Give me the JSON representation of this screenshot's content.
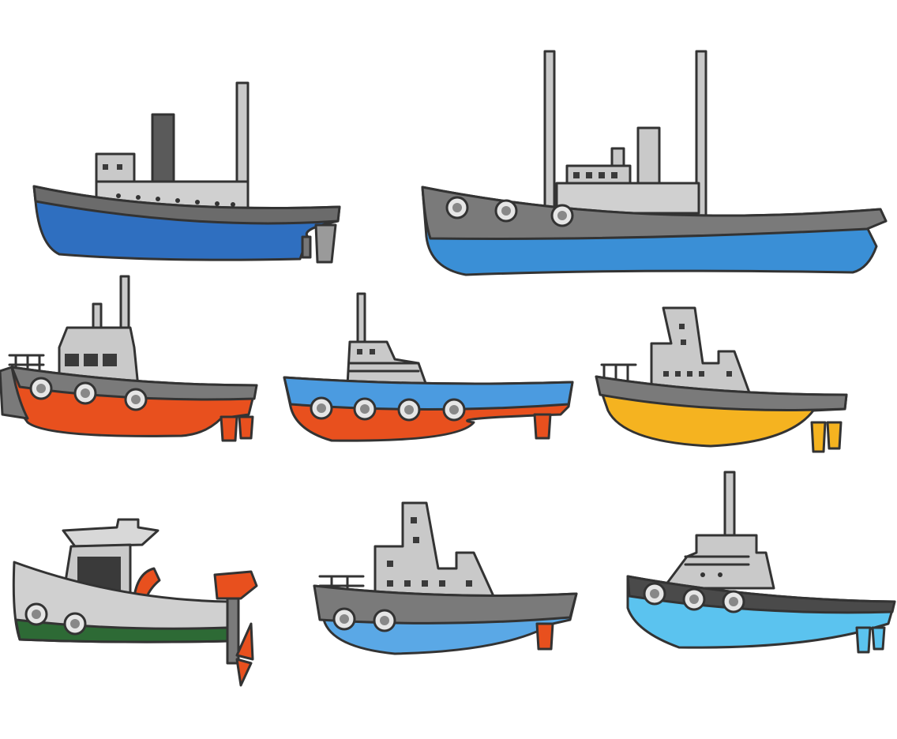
{
  "illustration": {
    "subject": "boats",
    "boats": [
      {
        "name": "steamer-small",
        "hull_color": "#2f6fc0",
        "deck_color": "#6b6b6b"
      },
      {
        "name": "steamer-large",
        "hull_color": "#3a8fd6",
        "deck_color": "#7a7a7a"
      },
      {
        "name": "tug-orange-gray",
        "hull_color": "#e8501e",
        "deck_color": "#7a7a7a"
      },
      {
        "name": "tug-orange-blue",
        "hull_color": "#e8501e",
        "deck_color": "#4b9be0"
      },
      {
        "name": "tug-yellow",
        "hull_color": "#f5b320",
        "deck_color": "#7a7a7a"
      },
      {
        "name": "motorboat-green",
        "hull_color": "#2d6a35",
        "deck_color": "#c9c9c9"
      },
      {
        "name": "tug-blue-gray",
        "hull_color": "#5aa8e6",
        "deck_color": "#7a7a7a"
      },
      {
        "name": "tug-lightblue",
        "hull_color": "#5bc3ef",
        "deck_color": "#4a4a4a"
      }
    ],
    "colors": {
      "outline": "#333333",
      "cabin": "#c9c9c9",
      "window": "#3a3a3a",
      "porthole": "#e6e6e6"
    }
  }
}
